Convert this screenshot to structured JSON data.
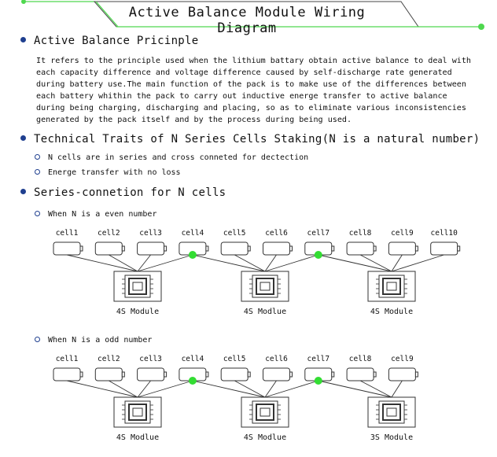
{
  "banner": {
    "title": "Active Balance Module Wiring Diagram",
    "accent": "#4fd84f"
  },
  "sections": {
    "principle": {
      "heading": "Active Balance Pricinple",
      "lines": [
        "It refers to the principle used when the lithium battary obtain active balance to deal with",
        "each capacity difference and voltage difference caused by self-discharge rate generated",
        "during battery use.The main function of the pack is to make use of the differences between",
        "each battery whithin the pack to carry out inductive energe transfer to active balance",
        "during being charging, discharging and placing, so as to eliminate various inconsistencies",
        "generated by the pack itself and  by the process during being used."
      ]
    },
    "traits": {
      "heading": "Technical Traits of N Series Cells Staking(N is a natural number)",
      "items": [
        "N cells are in series and cross conneted for dectection",
        "Energe transfer with no loss"
      ]
    },
    "series": {
      "heading": "Series-connetion for N cells"
    }
  },
  "diagrams": [
    {
      "caption": "When N is a even number",
      "cells": [
        "cell1",
        "cell2",
        "cell3",
        "cell4",
        "cell5",
        "cell6",
        "cell7",
        "cell8",
        "cell9",
        "cell10"
      ],
      "modules": [
        "4S Module",
        "4S Modlue",
        "4S Module"
      ]
    },
    {
      "caption": "When N is a odd number",
      "cells": [
        "cell1",
        "cell2",
        "cell3",
        "cell4",
        "cell5",
        "cell6",
        "cell7",
        "cell8",
        "cell9"
      ],
      "modules": [
        "4S Modlue",
        "4S Modlue",
        "3S Module"
      ]
    }
  ],
  "colors": {
    "bullet": "#1f3f8f",
    "junction": "#33dd33",
    "line": "#333333"
  }
}
